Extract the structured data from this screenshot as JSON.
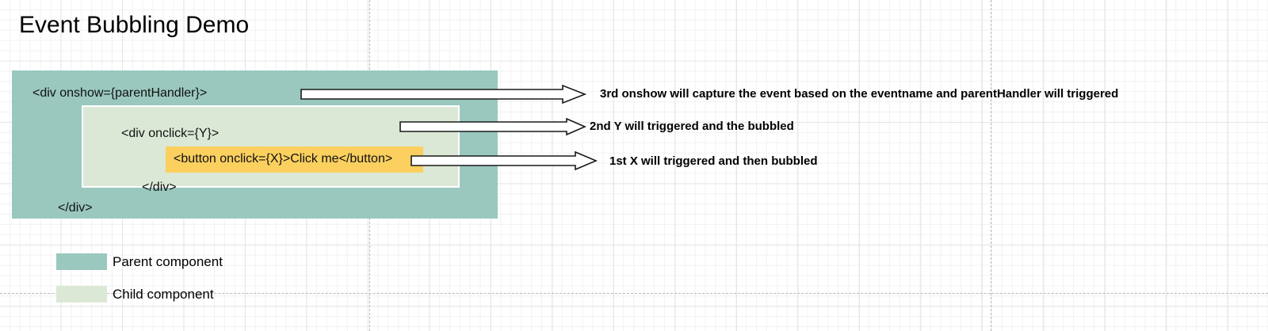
{
  "title": "Event Bubbling Demo",
  "diagram": {
    "parent": {
      "open_tag": "<div onshow={parentHandler}>",
      "close_tag": "</div>",
      "color": "#9ac8be"
    },
    "child": {
      "open_tag": "<div onclick={Y}>",
      "close_tag": "</div>",
      "color": "#dbe8d5"
    },
    "button": {
      "label": "<button onclick={X}>Click me</button>",
      "color": "#fbd05f"
    }
  },
  "annotations": [
    {
      "text": "3rd onshow will capture the event based on the eventname and parentHandler will triggered",
      "order": "3rd"
    },
    {
      "text": "2nd Y will triggered and the bubbled",
      "order": "2nd"
    },
    {
      "text": "1st X will triggered and then bubbled",
      "order": "1st"
    }
  ],
  "legend": [
    {
      "label": "Parent component",
      "color": "#9ac8be"
    },
    {
      "label": "Child component",
      "color": "#dbe8d5"
    }
  ]
}
